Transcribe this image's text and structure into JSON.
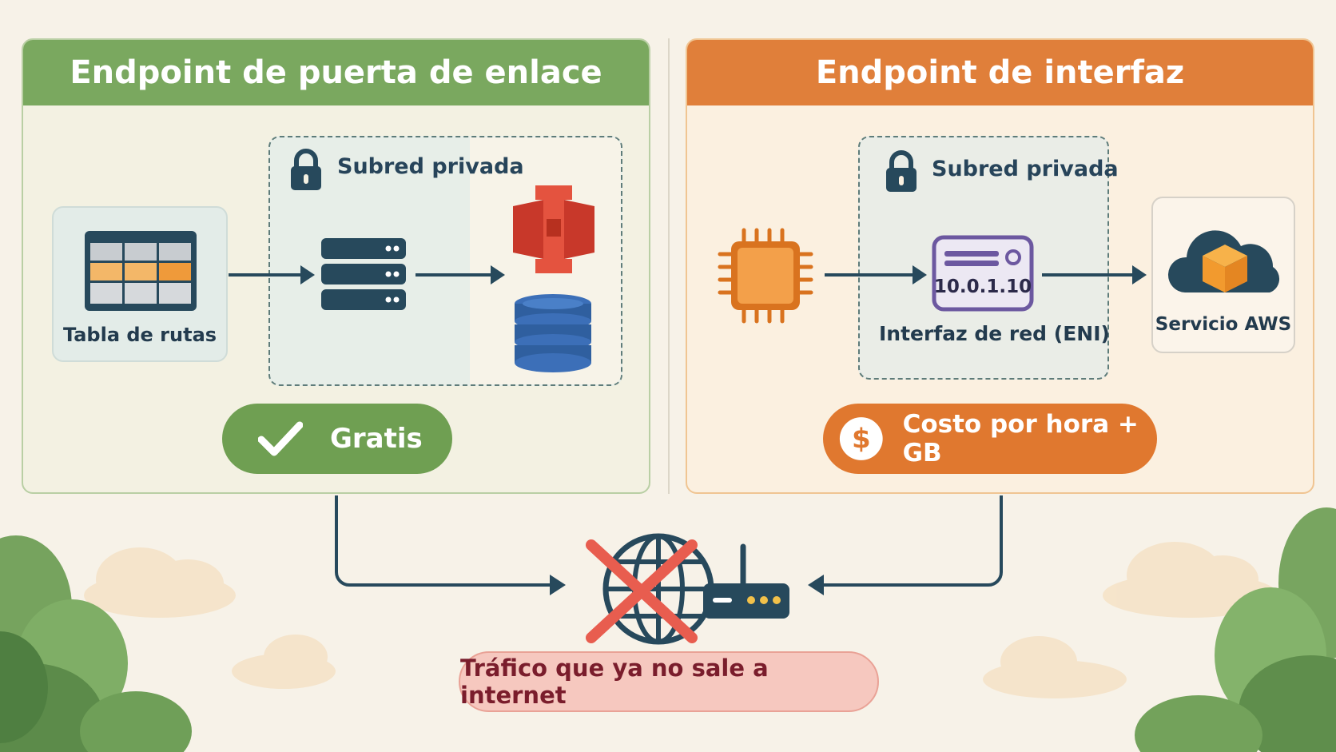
{
  "left_panel": {
    "title": "Endpoint de puerta de enlace",
    "subnet_label": "Subred privada",
    "route_table_label": "Tabla de rutas",
    "badge_label": "Gratis",
    "badge_icon": "checkmark-icon"
  },
  "right_panel": {
    "title": "Endpoint de interfaz",
    "subnet_label": "Subred privada",
    "eni_ip": "10.0.1.10",
    "eni_label": "Interfaz de red (ENI)",
    "service_label": "Servicio AWS",
    "badge_label": "Costo por hora + GB",
    "badge_icon": "dollar-icon"
  },
  "bottom": {
    "alert_label": "Tráfico que ya no sale a internet",
    "icons": [
      "globe-icon",
      "cross-icon",
      "router-icon"
    ]
  },
  "colors": {
    "gateway_accent": "#7aa85f",
    "interface_accent": "#e07f3a",
    "alert": "#f6c8bf"
  }
}
